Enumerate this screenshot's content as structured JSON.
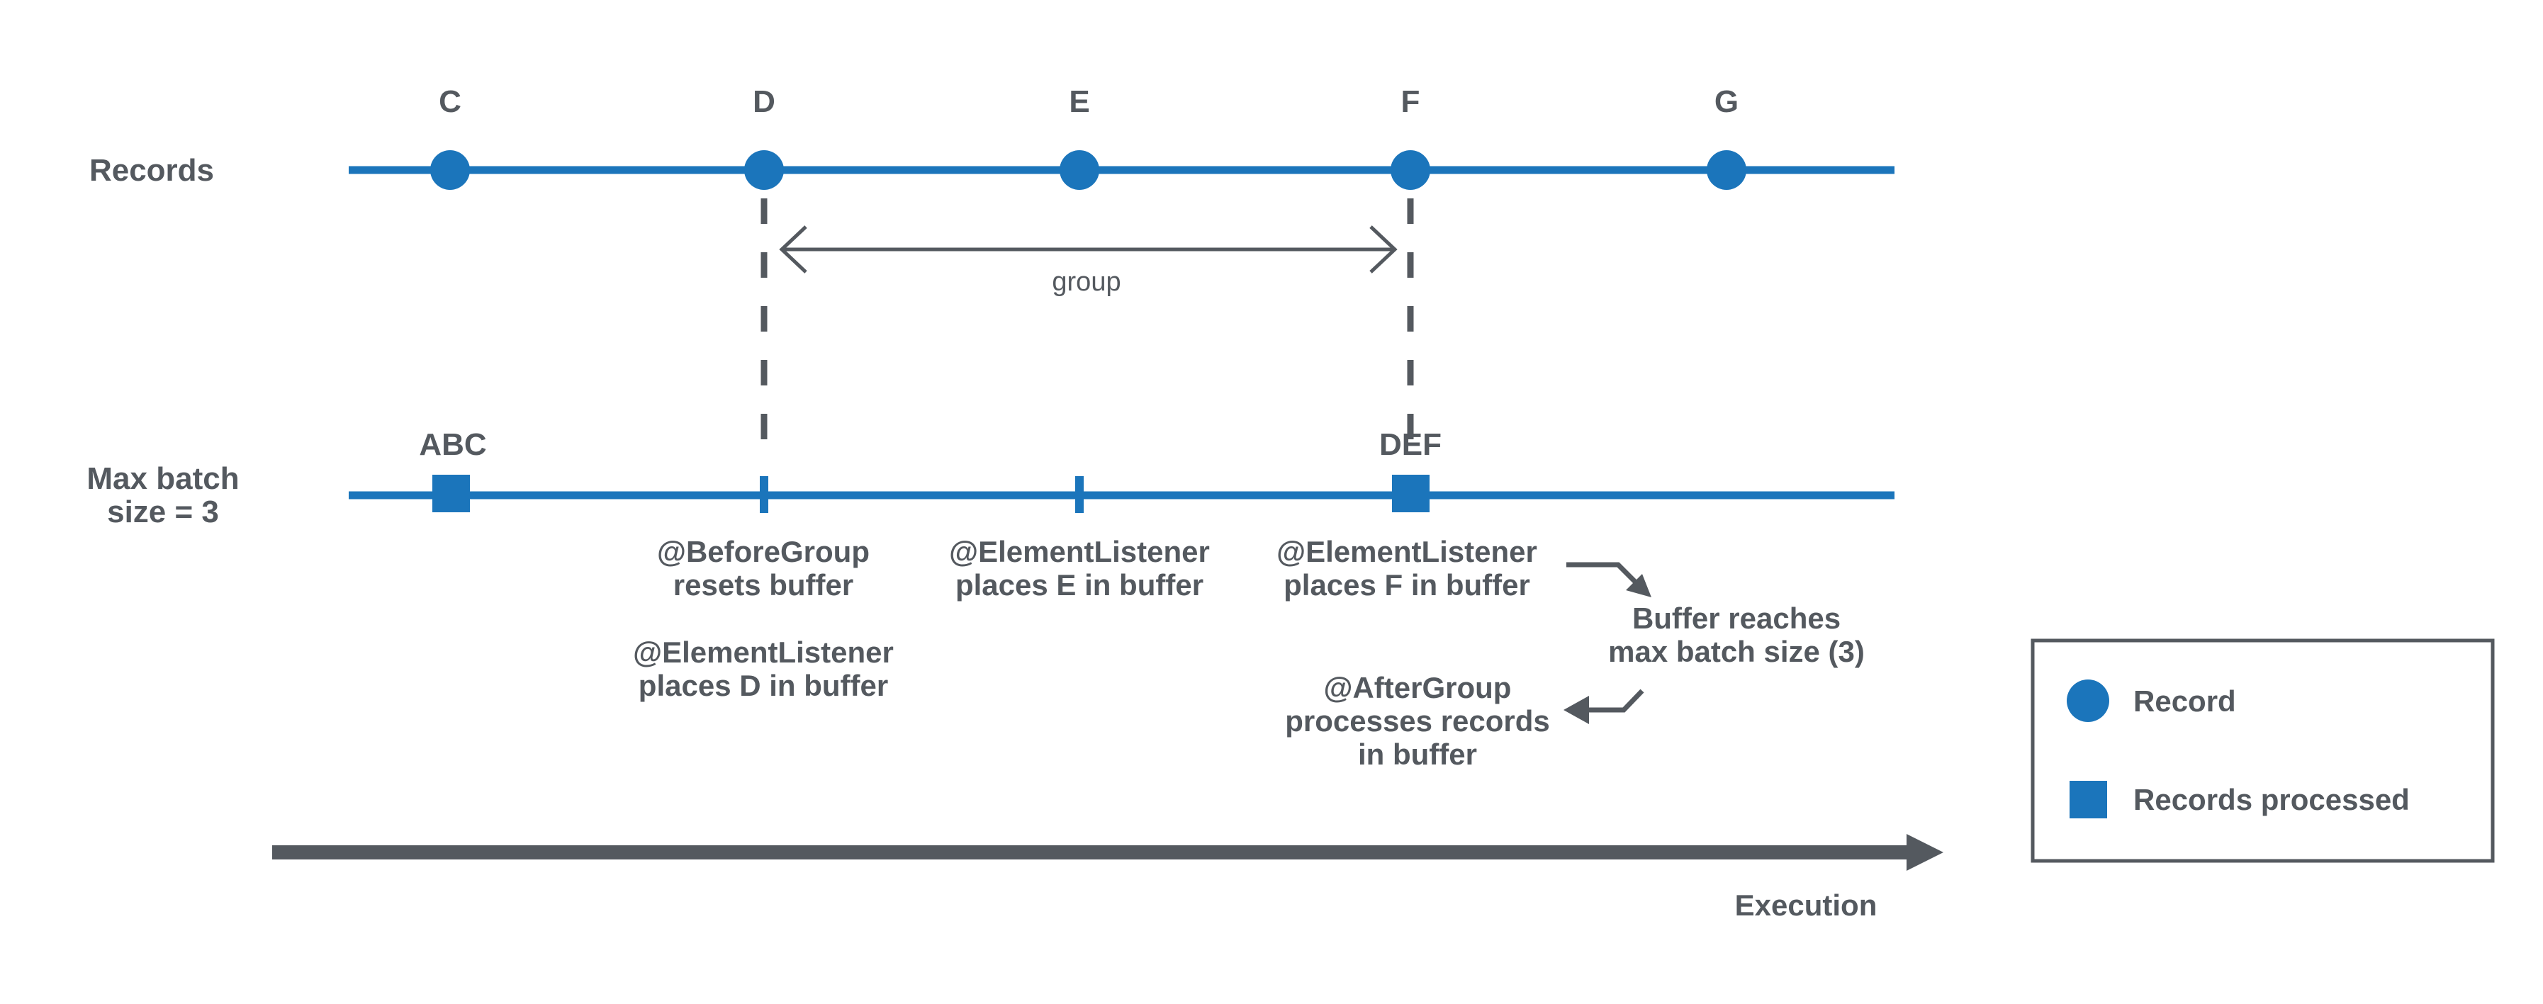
{
  "colors": {
    "blue": "#1B75BB",
    "gray": "#54595F"
  },
  "records_axis": {
    "label": "Records",
    "points": [
      {
        "letter": "C"
      },
      {
        "letter": "D"
      },
      {
        "letter": "E"
      },
      {
        "letter": "F"
      },
      {
        "letter": "G"
      }
    ]
  },
  "group": {
    "label": "group"
  },
  "batch_axis": {
    "label_line1": "Max batch",
    "label_line2": "size = 3",
    "squares": [
      {
        "label": "ABC"
      },
      {
        "label": "DEF"
      }
    ]
  },
  "annotations": {
    "before_group": {
      "line1": "@BeforeGroup",
      "line2": "resets buffer"
    },
    "element_e": {
      "line1": "@ElementListener",
      "line2": "places E in buffer"
    },
    "element_f": {
      "line1": "@ElementListener",
      "line2": "places F in buffer"
    },
    "element_d": {
      "line1": "@ElementListener",
      "line2": "places D in buffer"
    },
    "buffer_reaches": {
      "line1": "Buffer reaches",
      "line2": "max batch size (3)"
    },
    "after_group": {
      "line1": "@AfterGroup",
      "line2": "processes records",
      "line3": "in buffer"
    }
  },
  "execution": {
    "label": "Execution"
  },
  "legend": {
    "record_label": "Record",
    "records_processed_label": "Records processed"
  }
}
